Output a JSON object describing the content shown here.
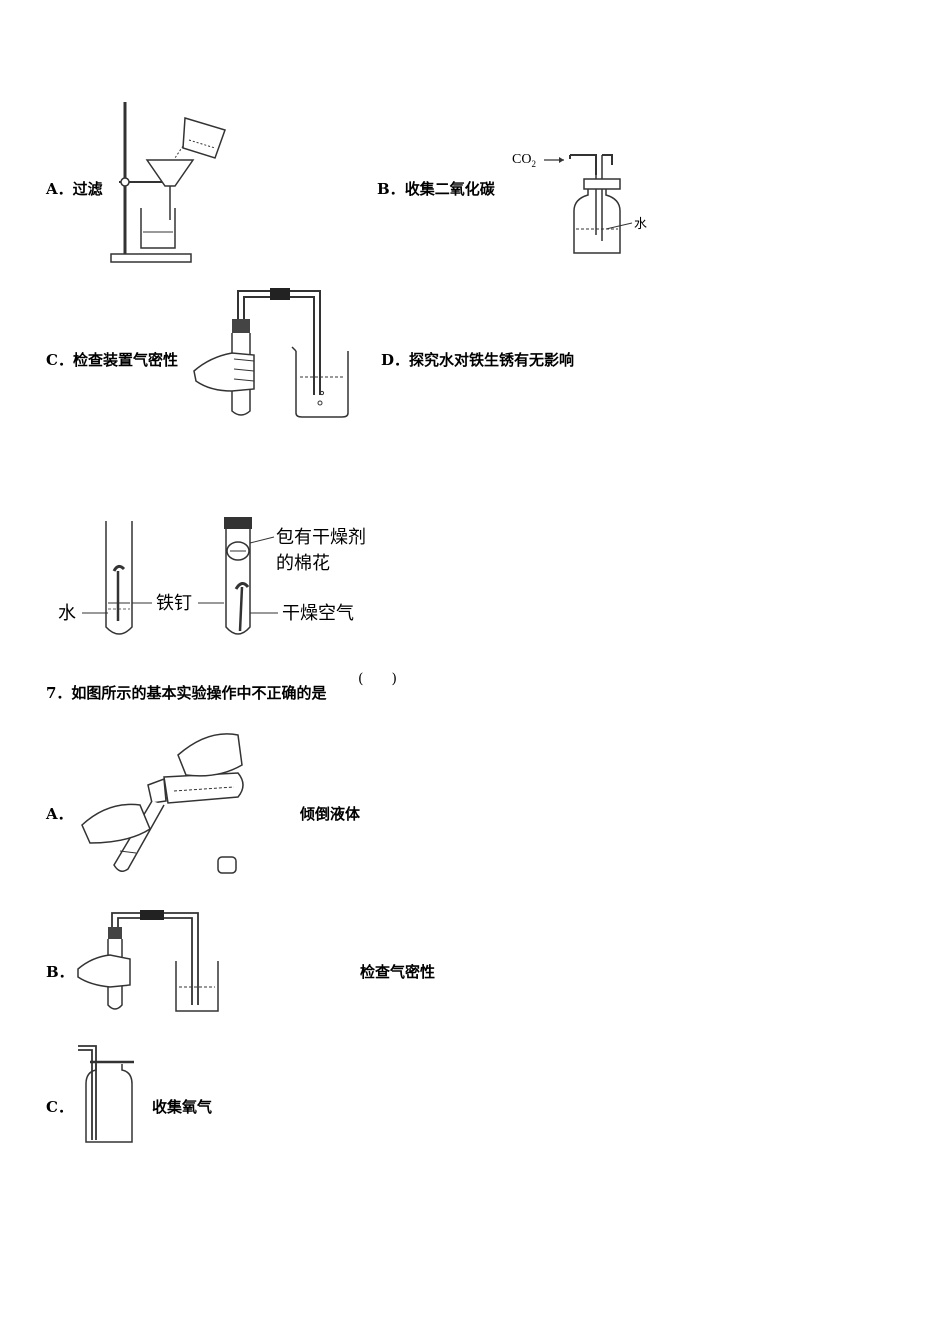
{
  "q6": {
    "a": {
      "letter": "A．",
      "text": "过滤"
    },
    "b": {
      "letter": "B．",
      "text": "收集二氧化碳",
      "co2": "CO",
      "co2_sub": "2",
      "water": "水"
    },
    "c": {
      "letter": "C．",
      "text": "检查装置气密性"
    },
    "d": {
      "letter": "D．",
      "text": "探究水对铁生锈有无影响",
      "label_water": "水",
      "label_nail": "铁钉",
      "label_cotton_1": "包有干燥剂",
      "label_cotton_2": "的棉花",
      "label_air": "干燥空气"
    }
  },
  "q7": {
    "stem": "7．如图所示的基本实验操作中不正确的是",
    "paren": "(　　)",
    "a": {
      "letter": "A．",
      "text": "倾倒液体"
    },
    "b": {
      "letter": "B．",
      "text": "检查气密性"
    },
    "c": {
      "letter": "C．",
      "text": "收集氧气"
    }
  }
}
